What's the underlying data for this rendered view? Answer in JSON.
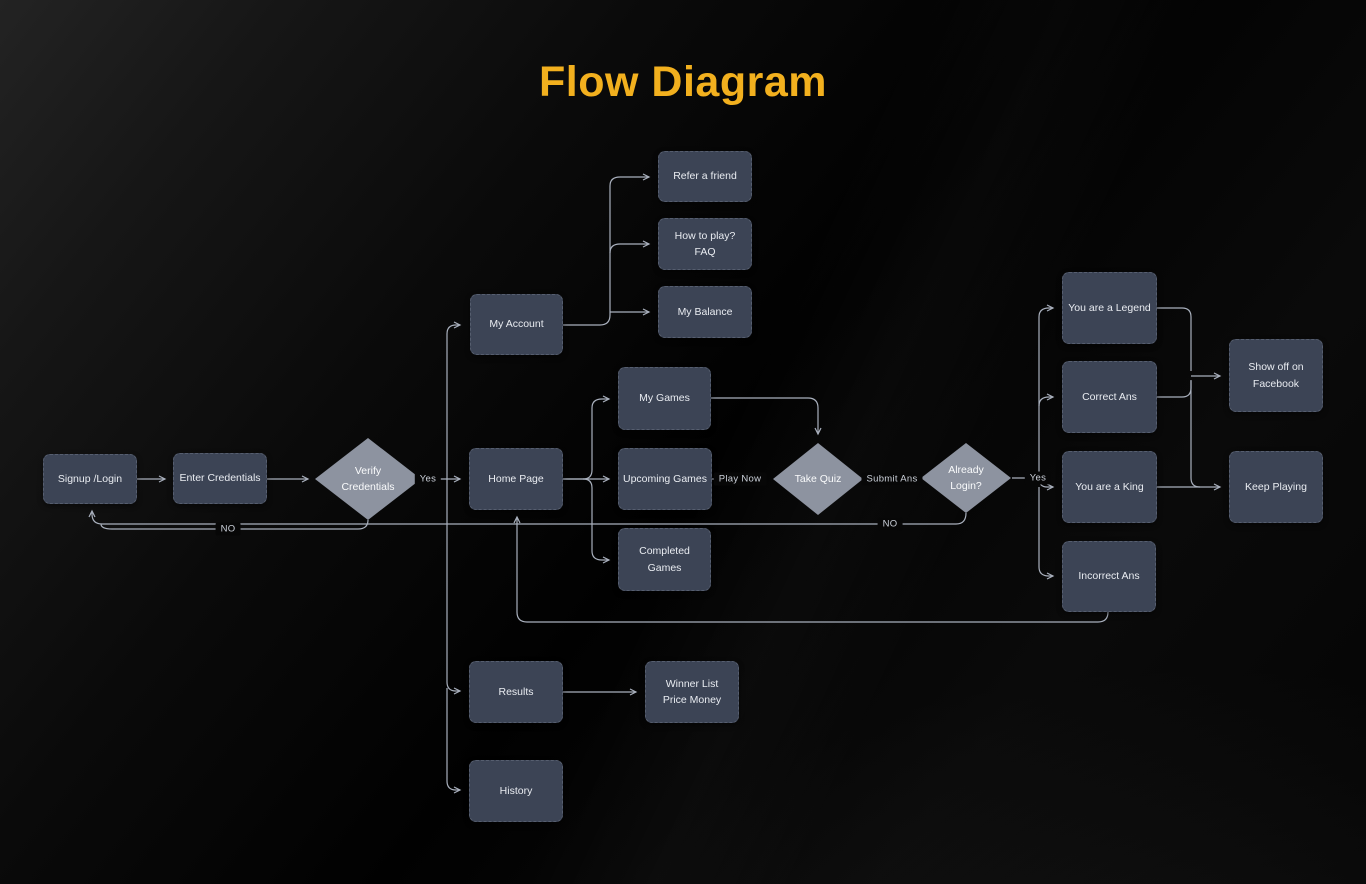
{
  "title": {
    "text": "Flow Diagram"
  },
  "colors": {
    "accent_title": "#f2b01e",
    "node_fill": "#3c4455",
    "diamond_fill": "#8d93a0",
    "node_text": "#e9ecf1",
    "connector": "#a9b0bd",
    "background": "#050505"
  },
  "nodes": {
    "signup_login": {
      "label": "Signup /Login"
    },
    "enter_credentials": {
      "label": "Enter Credentials"
    },
    "verify_credentials": {
      "label": "Verify\nCredentials"
    },
    "my_account": {
      "label": "My Account"
    },
    "refer_friend": {
      "label": "Refer a friend"
    },
    "how_to_play": {
      "label": "How to play?\nFAQ"
    },
    "my_balance": {
      "label": "My Balance"
    },
    "home_page": {
      "label": "Home Page"
    },
    "my_games": {
      "label": "My Games"
    },
    "upcoming_games": {
      "label": "Upcoming Games"
    },
    "completed_games": {
      "label": "Completed\nGames"
    },
    "take_quiz": {
      "label": "Take Quiz"
    },
    "already_login": {
      "label": "Already\nLogin?"
    },
    "you_are_a_legend": {
      "label": "You are a Legend"
    },
    "correct_ans": {
      "label": "Correct Ans"
    },
    "you_are_a_king": {
      "label": "You are a King"
    },
    "incorrect_ans": {
      "label": "Incorrect Ans"
    },
    "show_off_facebook": {
      "label": "Show off on\nFacebook"
    },
    "keep_playing": {
      "label": "Keep Playing"
    },
    "results": {
      "label": "Results"
    },
    "winner_list": {
      "label": "Winner List\nPrice Money"
    },
    "history": {
      "label": "History"
    }
  },
  "edge_labels": {
    "yes_verify": "Yes",
    "no_verify": "NO",
    "play_now": "Play Now",
    "submit_ans": "Submit Ans",
    "yes_already": "Yes",
    "no_already": "NO"
  }
}
